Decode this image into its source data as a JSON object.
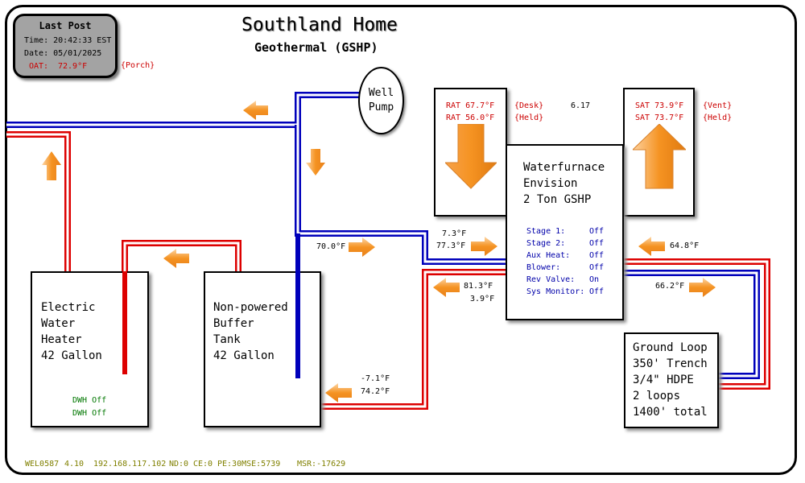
{
  "header": {
    "title": "Southland Home",
    "subtitle": "Geothermal (GSHP)"
  },
  "last_post": {
    "title": "Last Post",
    "time": "Time: 20:42:33 EST",
    "date": "Date: 05/01/2025",
    "oat_label": "OAT:",
    "oat_value": "72.9°F",
    "oat_source": "{Porch}"
  },
  "well_pump": {
    "line1": "Well",
    "line2": "Pump"
  },
  "return_air": {
    "rat1": "RAT  67.7°F",
    "rat1_src": "{Desk}",
    "rat2": "RAT  56.0°F",
    "rat2_src": "{Held}",
    "delta": "6.17"
  },
  "supply_air": {
    "sat1": "SAT  73.9°F",
    "sat1_src": "{Vent}",
    "sat2": "SAT  73.7°F",
    "sat2_src": "{Held}"
  },
  "furnace": {
    "line1": "Waterfurnace",
    "line2": "Envision",
    "line3": "2 Ton GSHP",
    "status": [
      {
        "label": "Stage 1:",
        "value": "Off"
      },
      {
        "label": "Stage 2:",
        "value": "Off"
      },
      {
        "label": "Aux Heat:",
        "value": "Off"
      },
      {
        "label": "Blower:",
        "value": "Off"
      },
      {
        "label": "Rev Valve:",
        "value": "On"
      },
      {
        "label": "Sys Monitor:",
        "value": "Off"
      }
    ]
  },
  "water_heater": {
    "line1": "Electric",
    "line2": "Water",
    "line3": "Heater",
    "line4": "42 Gallon",
    "dwh1": "DWH Off",
    "dwh2": "DWH Off"
  },
  "buffer_tank": {
    "line1": "Non-powered",
    "line2": "Buffer",
    "line3": "Tank",
    "line4": "42 Gallon"
  },
  "ground_loop": {
    "line1": "Ground Loop",
    "line2": "350' Trench",
    "line3": "3/4\" HDPE",
    "line4": "2 loops",
    "line5": "1400' total"
  },
  "temps": {
    "buffer_out": "70.0°F",
    "furnace_in_a": "7.3°F",
    "furnace_in_b": "77.3°F",
    "furnace_out_a": "81.3°F",
    "furnace_out_b": "3.9°F",
    "loop_return": "64.8°F",
    "loop_supply": "66.2°F",
    "buffer_in_a": "-7.1°F",
    "buffer_in_b": "74.2°F"
  },
  "footer": {
    "device": "WEL0587",
    "version": "4.10",
    "ip": "192.168.117.102",
    "nd": "ND:0",
    "ce": "CE:0",
    "pe": "PE:30MSE:5739",
    "msr": "MSR:-17629"
  },
  "colors": {
    "hot": "#dd0000",
    "cold": "#0000bb",
    "arrow": "#f59322",
    "red_text": "#cc0000",
    "blue_text": "#0000aa"
  }
}
